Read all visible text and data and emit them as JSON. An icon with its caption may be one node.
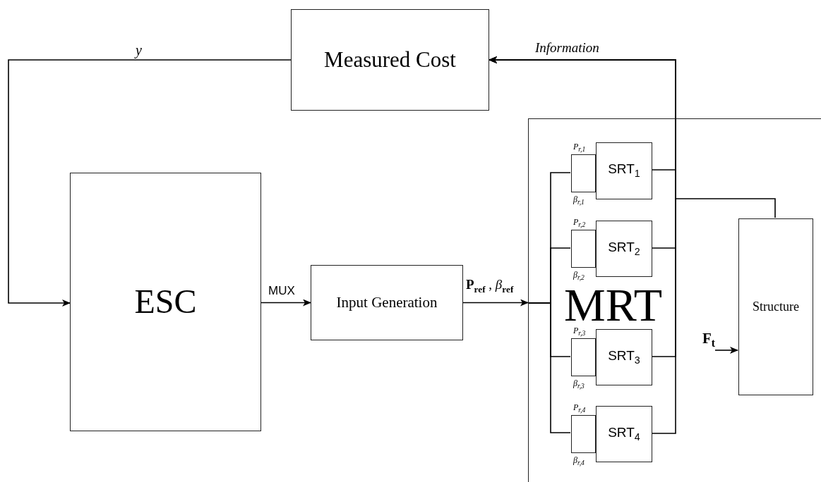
{
  "diagram": {
    "nodes": [
      {
        "text": [
          "Measured Cost"
        ]
      },
      {
        "text": [
          "ESC"
        ]
      },
      {
        "text": [
          "Input Generation"
        ]
      },
      {
        "text": [
          "MRT"
        ]
      },
      {
        "text": [],
        "shape": "box",
        "in": 3,
        "beside": [
          "P$_{r,1}$",
          "β$_{r,1}$"
        ]
      },
      {
        "text": [
          "SRT$_{1}$"
        ],
        "in": 3
      },
      {
        "text": [],
        "shape": "box",
        "in": 3,
        "beside": [
          "P$_{r,2}$",
          "β$_{r,2}$"
        ]
      },
      {
        "text": [
          "SRT$_{2}$"
        ],
        "in": 3
      },
      {
        "text": [],
        "shape": "box",
        "in": 3,
        "beside": [
          "P$_{r,3}$",
          "β$_{r,3}$"
        ]
      },
      {
        "text": [
          "SRT$_{3}$"
        ],
        "in": 3
      },
      {
        "text": [],
        "shape": "box",
        "in": 3,
        "beside": [
          "P$_{r,4}$",
          "β$_{r,4}$"
        ]
      },
      {
        "text": [
          "SRT$_{4}$"
        ],
        "in": 3
      },
      {
        "text": [
          "Structure"
        ],
        "in": 3
      }
    ],
    "edges": [
      {
        "from": 0,
        "to": 1,
        "arrow": "to",
        "label": "y"
      },
      {
        "from": 1,
        "to": 2,
        "arrow": "to",
        "label": "MUX"
      },
      {
        "from": 2,
        "to": 3,
        "arrow": "to",
        "label": "**P**$_{ref}$ , *β*$_{ref}$"
      },
      {
        "from": 3,
        "to": 4,
        "arrow": "none"
      },
      {
        "from": 3,
        "to": 6,
        "arrow": "none"
      },
      {
        "from": 3,
        "to": 8,
        "arrow": "none"
      },
      {
        "from": 3,
        "to": 10,
        "arrow": "none"
      },
      {
        "from": 5,
        "to": 0,
        "arrow": "to"
      },
      {
        "from": 7,
        "to": 0,
        "arrow": "to"
      },
      {
        "from": 9,
        "to": 0,
        "arrow": "to"
      },
      {
        "from": 11,
        "to": 0,
        "arrow": "to"
      },
      {
        "from": 12,
        "to": 0,
        "arrow": "to",
        "label": "Information"
      },
      {
        "from": null,
        "to": 12,
        "arrow": "to",
        "label": "F$_{t}$"
      }
    ]
  }
}
